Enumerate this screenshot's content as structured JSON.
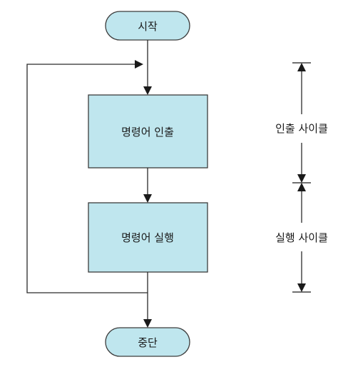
{
  "nodes": {
    "start": "시작",
    "fetch": "명령어 인출",
    "execute": "명령어 실행",
    "stop": "중단"
  },
  "cycles": {
    "fetch_cycle": "인출 사이클",
    "execute_cycle": "실행 사이클"
  },
  "colors": {
    "node_fill": "#bfe6ee",
    "line": "#2a2a2a"
  }
}
